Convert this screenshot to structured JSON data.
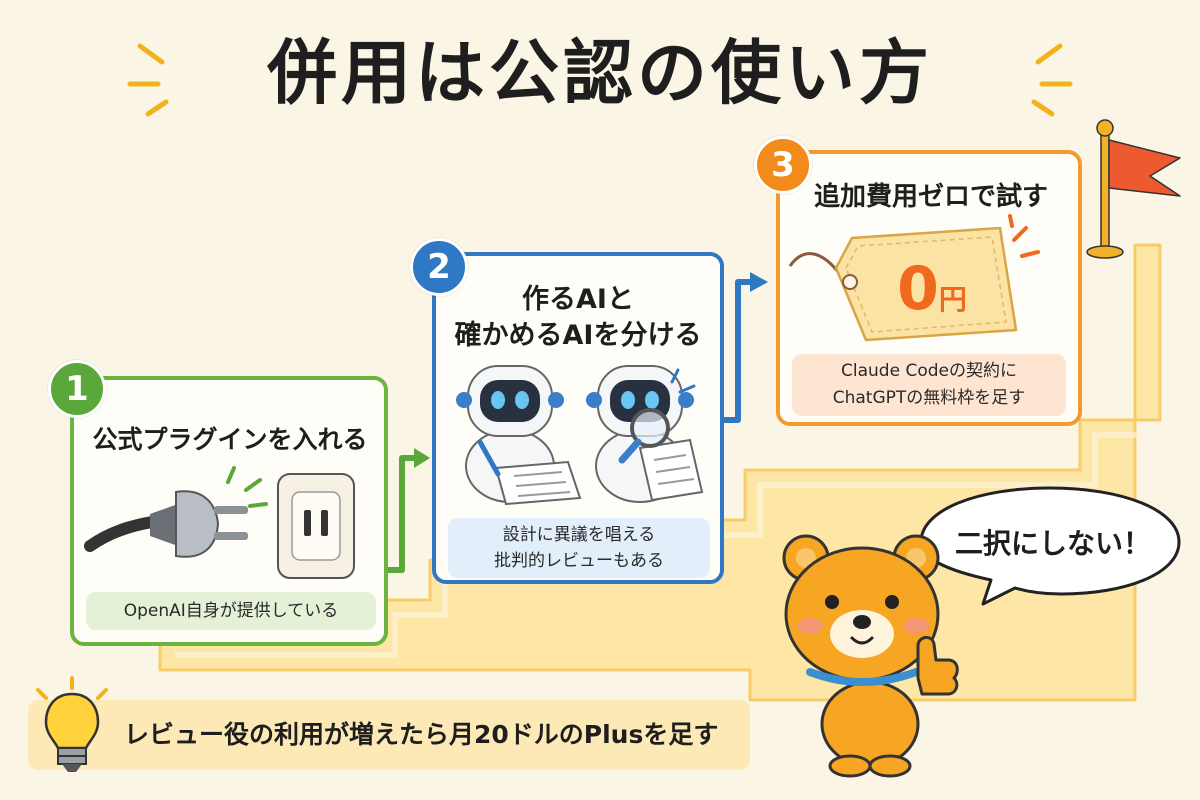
{
  "title": "併用は公認の使い方",
  "steps": [
    {
      "number": "1",
      "title": "公式プラグインを入れる",
      "note": "OpenAI自身が提供している"
    },
    {
      "number": "2",
      "title_line1": "作るAIと",
      "title_line2": "確かめるAIを分ける",
      "note_line1": "設計に異議を唱える",
      "note_line2": "批判的レビューもある"
    },
    {
      "number": "3",
      "title": "追加費用ゼロで試す",
      "price_value": "0",
      "price_unit": "円",
      "note_line1": "Claude Codeの契約に",
      "note_line2": "ChatGPTの無料枠を足す"
    }
  ],
  "tip": {
    "text": "レビュー役の利用が増えたら月20ドルのPlusを足す"
  },
  "mascot": {
    "speech": "二択にしない！"
  },
  "colors": {
    "step1": "#5aa83a",
    "step2": "#2f78c4",
    "step3": "#f28a1c",
    "price": "#f06a1e",
    "background": "#fbf5e6"
  }
}
